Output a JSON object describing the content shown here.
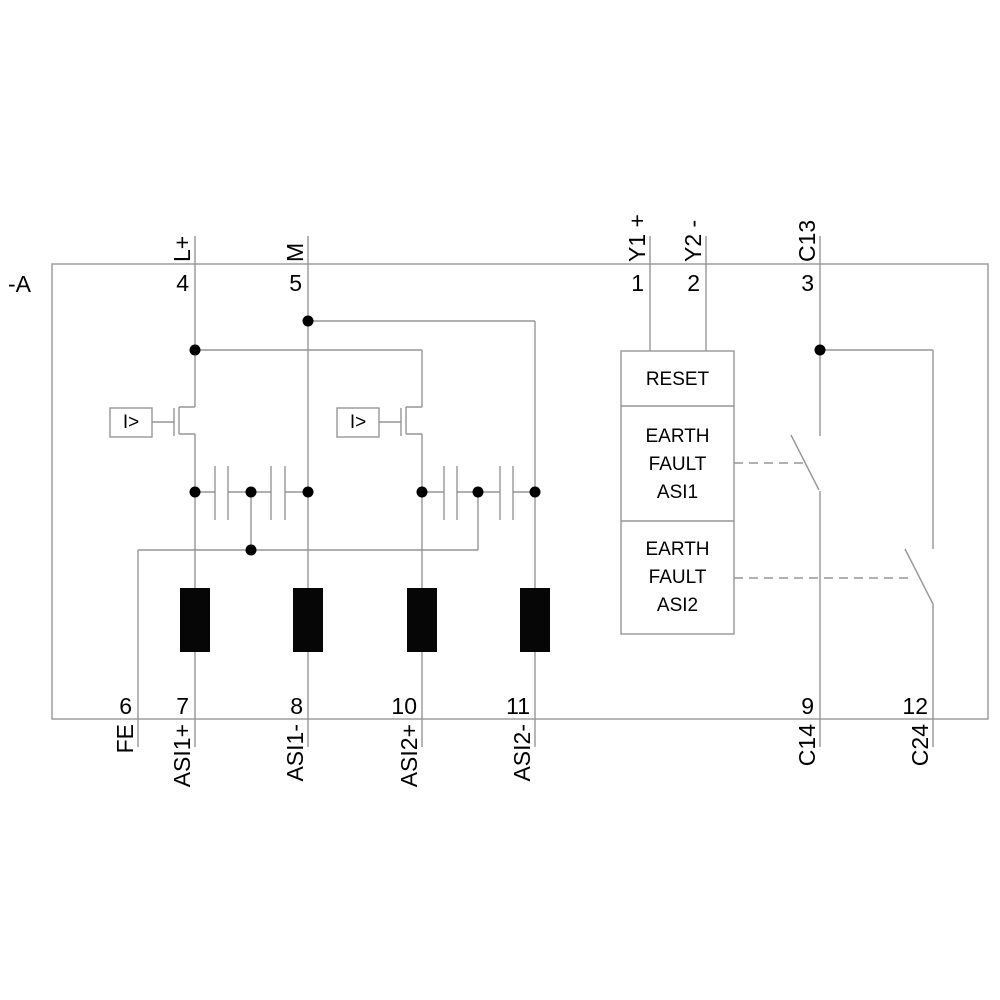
{
  "device_label": "-A",
  "terminals": {
    "top": [
      {
        "number": "4",
        "label": "L+"
      },
      {
        "number": "5",
        "label": "M"
      },
      {
        "number": "1",
        "label": "Y1 +"
      },
      {
        "number": "2",
        "label": "Y2 -"
      },
      {
        "number": "3",
        "label": "C13"
      }
    ],
    "bottom": [
      {
        "number": "6",
        "label": "FE"
      },
      {
        "number": "7",
        "label": "ASI1+"
      },
      {
        "number": "8",
        "label": "ASI1-"
      },
      {
        "number": "10",
        "label": "ASI2+"
      },
      {
        "number": "11",
        "label": "ASI2-"
      },
      {
        "number": "9",
        "label": "C14"
      },
      {
        "number": "12",
        "label": "C24"
      }
    ]
  },
  "function_blocks": {
    "reset": "RESET",
    "earth_fault_asi1": {
      "line1": "EARTH",
      "line2": "FAULT",
      "line3": "ASI1"
    },
    "earth_fault_asi2": {
      "line1": "EARTH",
      "line2": "FAULT",
      "line3": "ASI2"
    },
    "current_sensor_1": "I>",
    "current_sensor_2": "I>"
  },
  "colors": {
    "wire": "#969696",
    "text": "#000000",
    "component_fill": "#060606",
    "background": "#ffffff"
  }
}
